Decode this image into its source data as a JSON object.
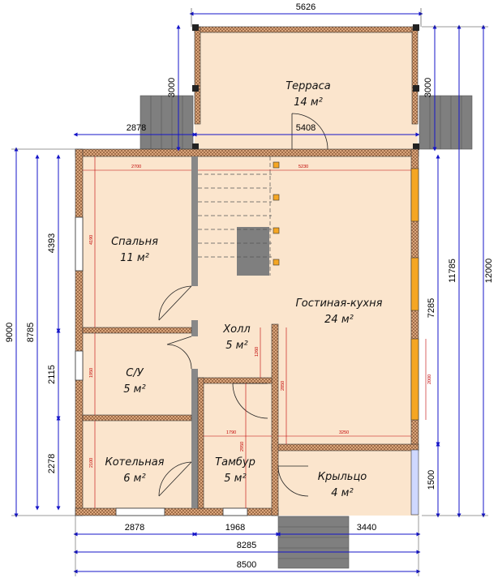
{
  "rooms": [
    {
      "id": "terrace",
      "name": "Терраса",
      "area": "14 м²"
    },
    {
      "id": "bedroom",
      "name": "Спальня",
      "area": "11 м²"
    },
    {
      "id": "living",
      "name": "Гостиная-кухня",
      "area": "24 м²"
    },
    {
      "id": "hall",
      "name": "Холл",
      "area": "5 м²"
    },
    {
      "id": "bathroom",
      "name": "С/У",
      "area": "5 м²"
    },
    {
      "id": "boiler",
      "name": "Котельная",
      "area": "6 м²"
    },
    {
      "id": "vestibule",
      "name": "Тамбур",
      "area": "5 м²"
    },
    {
      "id": "porch",
      "name": "Крыльцо",
      "area": "4 м²"
    }
  ],
  "dimensions": {
    "top_overall": "5626",
    "terrace_left_height": "3000",
    "terrace_right_height": "3000",
    "terrace_left_offset": "2878",
    "terrace_width_inner": "5408",
    "left_outer_total": "9000",
    "left_sum": "8785",
    "left_seg_top": "4393",
    "left_seg_mid": "2115",
    "left_seg_bottom": "2278",
    "right_outer_total": "12000",
    "right_total": "11785",
    "right_seg_main": "7285",
    "right_seg_porch": "1500",
    "bottom_seg_left": "2878",
    "bottom_seg_mid": "1968",
    "bottom_seg_right": "3440",
    "bottom_total_inner": "8285",
    "bottom_total": "8500"
  },
  "inner_dimensions": {
    "bedroom_width": "2700",
    "living_width": "5230",
    "bedroom_height": "4190",
    "bathroom_height": "1950",
    "hall_partition": "1260",
    "living_lower": "2850",
    "window_span": "2000",
    "vestibule_width": "1790",
    "vestibule_height": "2950",
    "living_lower_width": "3250",
    "boiler_height": "2100"
  },
  "colors": {
    "floor": "#fbe5cd",
    "wall": "#e3ad82",
    "wall_hatch": "#7a4a2a",
    "dim_line": "#1414c8",
    "inner_dim": "#c00000",
    "stair": "#808080",
    "window": "#f5a623"
  }
}
